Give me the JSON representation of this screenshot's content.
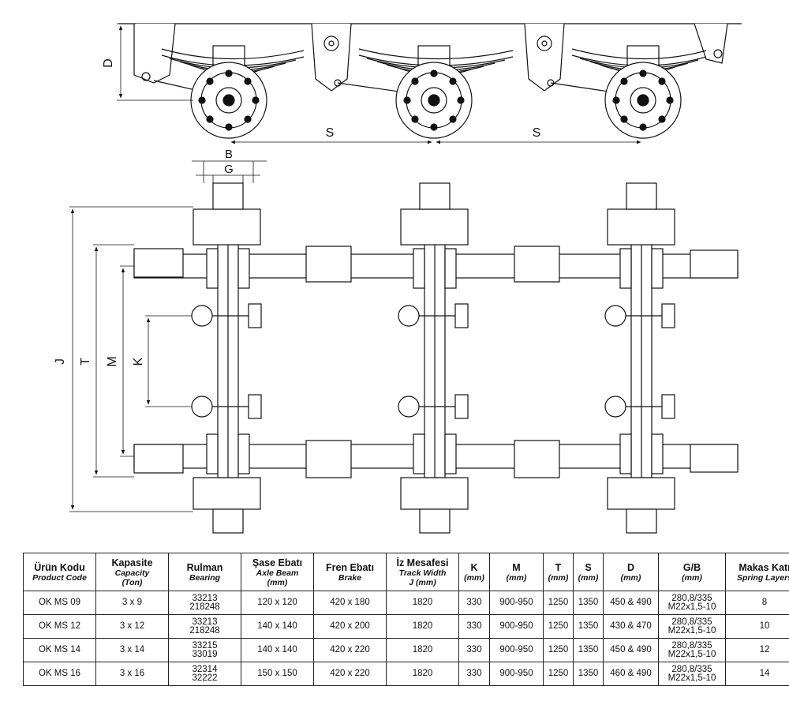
{
  "dimension_labels": {
    "D": "D",
    "S": "S",
    "B": "B",
    "G": "G",
    "J": "J",
    "T": "T",
    "M": "M",
    "K": "K"
  },
  "table": {
    "headers": [
      {
        "tr": "Ürün Kodu",
        "en": "Product Code",
        "en2": ""
      },
      {
        "tr": "Kapasite",
        "en": "Capacity",
        "en2": "(Ton)"
      },
      {
        "tr": "Rulman",
        "en": "Bearing",
        "en2": ""
      },
      {
        "tr": "Şase Ebatı",
        "en": "Axle Beam",
        "en2": "(mm)"
      },
      {
        "tr": "Fren Ebatı",
        "en": "Brake",
        "en2": ""
      },
      {
        "tr": "İz Mesafesi",
        "en": "Track Width",
        "en2": "J (mm)"
      },
      {
        "tr": "K",
        "en": "(mm)",
        "en2": ""
      },
      {
        "tr": "M",
        "en": "(mm)",
        "en2": ""
      },
      {
        "tr": "T",
        "en": "(mm)",
        "en2": ""
      },
      {
        "tr": "S",
        "en": "(mm)",
        "en2": ""
      },
      {
        "tr": "D",
        "en": "(mm)",
        "en2": ""
      },
      {
        "tr": "G/B",
        "en": "(mm)",
        "en2": ""
      },
      {
        "tr": "Makas Katı",
        "en": "Spring Layers",
        "en2": ""
      }
    ],
    "rows": [
      {
        "code": "OK MS 09",
        "capacity": "3 x 9",
        "bearing1": "33213",
        "bearing2": "218248",
        "beam": "120 x 120",
        "brake": "420 x 180",
        "track": "1820",
        "k": "330",
        "m": "900-950",
        "t": "1250",
        "s": "1350",
        "d": "450 & 490",
        "gb1": "280,8/335",
        "gb2": "M22x1,5-10",
        "layers": "8"
      },
      {
        "code": "OK MS 12",
        "capacity": "3 x 12",
        "bearing1": "33213",
        "bearing2": "218248",
        "beam": "140 x 140",
        "brake": "420 x 200",
        "track": "1820",
        "k": "330",
        "m": "900-950",
        "t": "1250",
        "s": "1350",
        "d": "430 & 470",
        "gb1": "280,8/335",
        "gb2": "M22x1,5-10",
        "layers": "10"
      },
      {
        "code": "OK MS 14",
        "capacity": "3 x 14",
        "bearing1": "33215",
        "bearing2": "33019",
        "beam": "140 x 140",
        "brake": "420 x 220",
        "track": "1820",
        "k": "330",
        "m": "900-950",
        "t": "1250",
        "s": "1350",
        "d": "450 & 490",
        "gb1": "280,8/335",
        "gb2": "M22x1,5-10",
        "layers": "12"
      },
      {
        "code": "OK MS 16",
        "capacity": "3 x 16",
        "bearing1": "32314",
        "bearing2": "32222",
        "beam": "150 x 150",
        "brake": "420 x 220",
        "track": "1820",
        "k": "330",
        "m": "900-950",
        "t": "1250",
        "s": "1350",
        "d": "460 & 490",
        "gb1": "280,8/335",
        "gb2": "M22x1,5-10",
        "layers": "14"
      }
    ]
  }
}
